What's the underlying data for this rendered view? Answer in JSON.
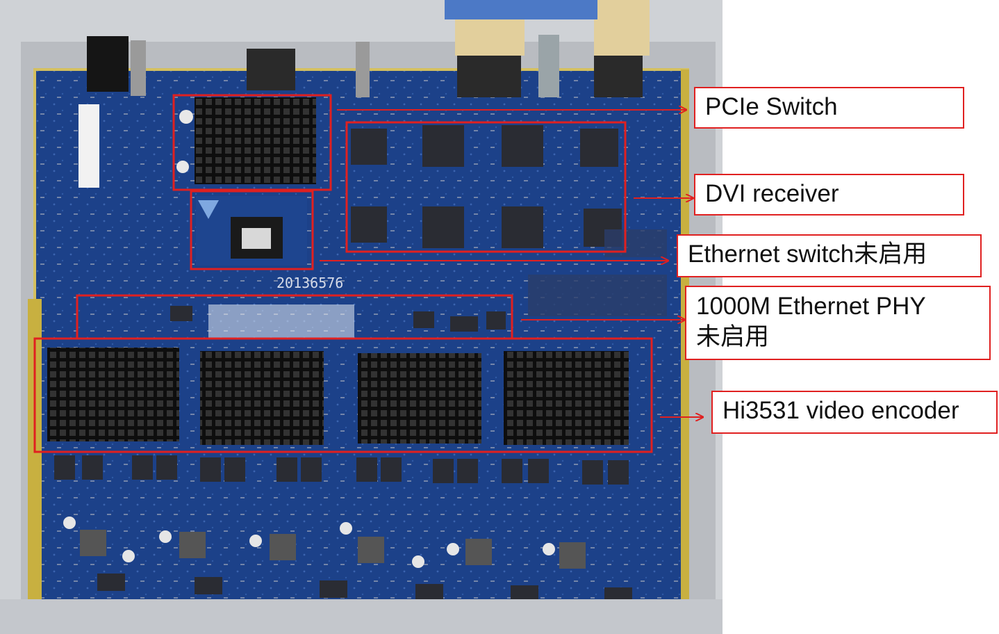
{
  "labels": {
    "pcie": "PCIe Switch",
    "dvi": "DVI receiver",
    "eth_switch": "Ethernet switch未启用",
    "phy_line1": "1000M Ethernet PHY",
    "phy_line2": "未启用",
    "encoder": "Hi3531 video encoder"
  },
  "board_silkscreen": "20136576",
  "colors": {
    "pcb": "#1b3f86",
    "pcb_dark": "#123066",
    "highlight": "#e02020",
    "heatsink": "#1a1a1a",
    "chip": "#2a2c33"
  }
}
